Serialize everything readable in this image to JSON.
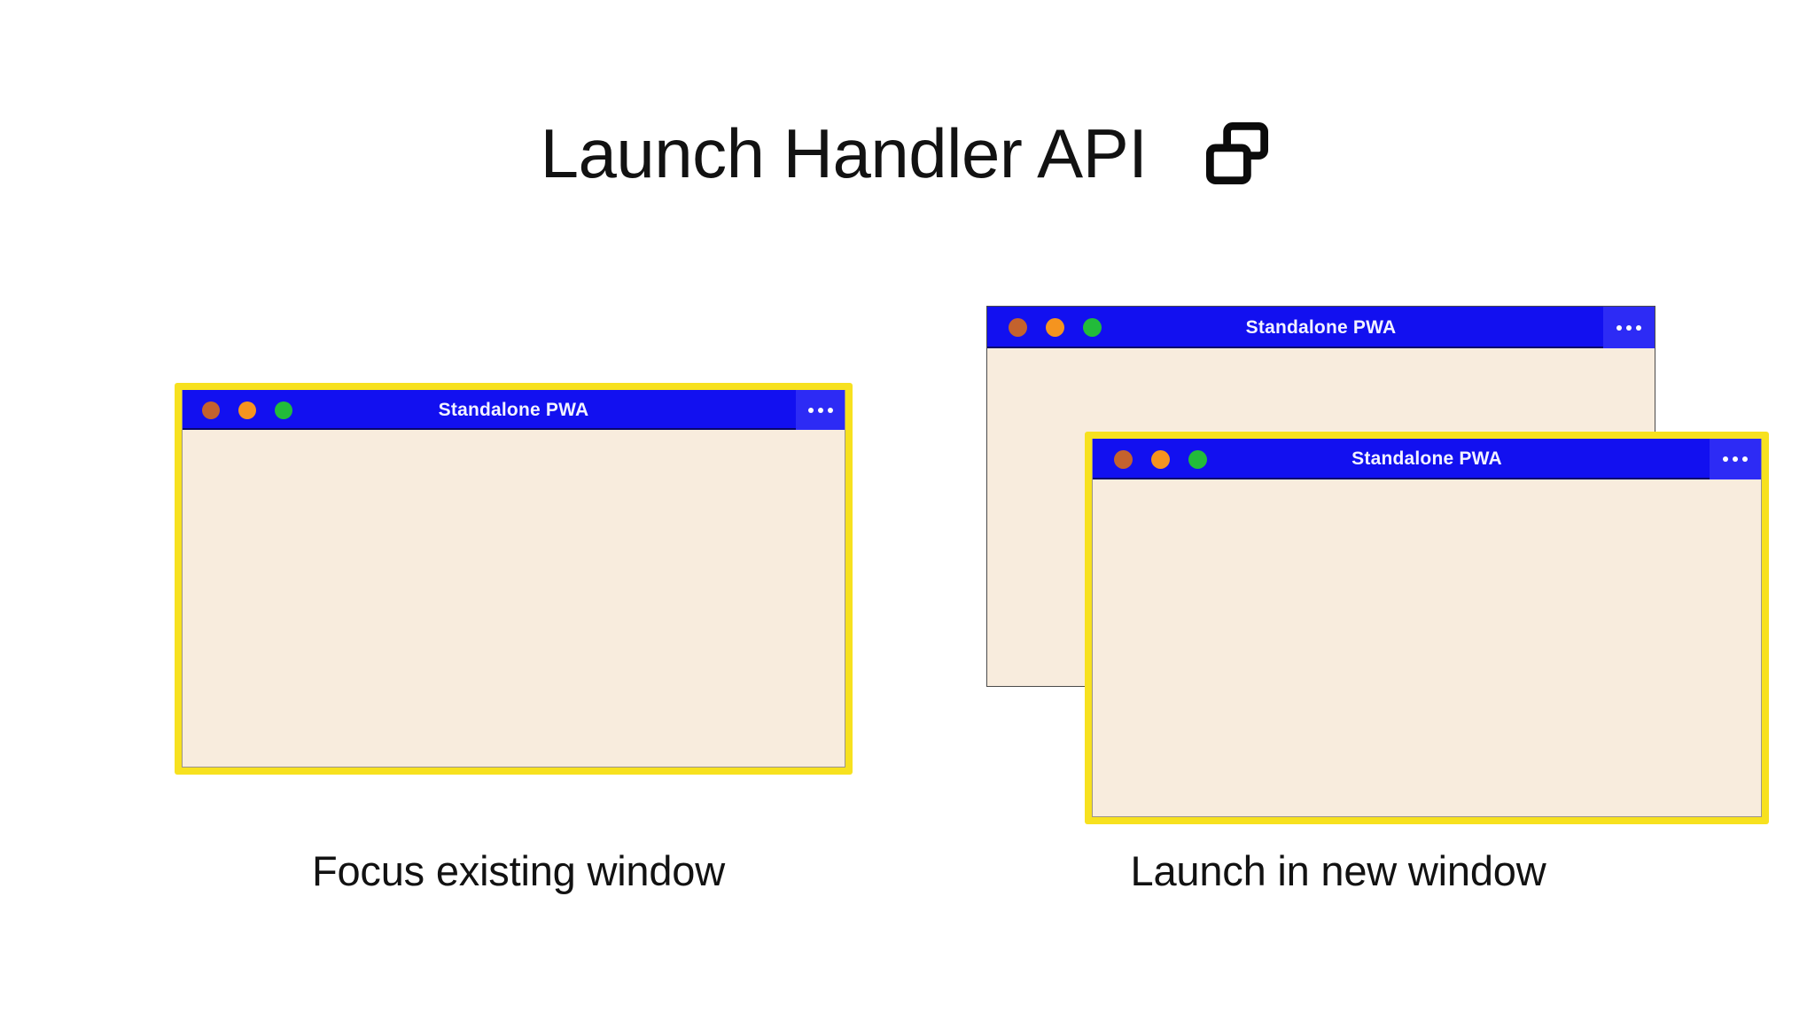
{
  "header": {
    "title": "Launch Handler API",
    "icon": "multi-window-icon"
  },
  "colors": {
    "titlebar_blue": "#1210f0",
    "menu_button_blue": "#2d2bf5",
    "window_body_cream": "#f8ecdd",
    "focus_highlight_yellow": "#f7e11f",
    "traffic_close": "#c4622d",
    "traffic_minimize": "#f5941f",
    "traffic_maximize": "#22bb3a",
    "text_dark": "#121212",
    "page_background": "#ffffff"
  },
  "scenarios": [
    {
      "id": "focus-existing",
      "caption": "Focus existing window",
      "windows": [
        {
          "id": "window-left",
          "title": "Standalone PWA",
          "focused": true,
          "menu_label": "•••",
          "traffic_lights": [
            "close",
            "minimize",
            "maximize"
          ]
        }
      ]
    },
    {
      "id": "launch-new",
      "caption": "Launch in new window",
      "windows": [
        {
          "id": "window-back",
          "title": "Standalone PWA",
          "focused": false,
          "menu_label": "•••",
          "traffic_lights": [
            "close",
            "minimize",
            "maximize"
          ]
        },
        {
          "id": "window-front",
          "title": "Standalone PWA",
          "focused": true,
          "menu_label": "•••",
          "traffic_lights": [
            "close",
            "minimize",
            "maximize"
          ]
        }
      ]
    }
  ]
}
